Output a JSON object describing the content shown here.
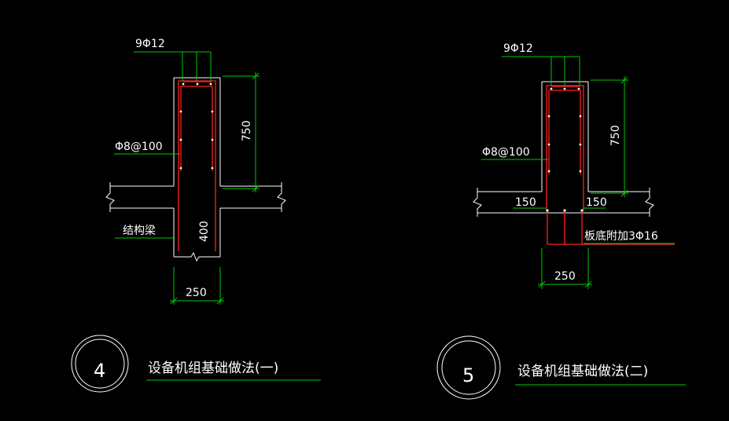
{
  "colors": {
    "background": "#000000",
    "concrete": "#ffffff",
    "dimension": "#00cc00",
    "rebar": "#ff2020",
    "text": "#ffffff"
  },
  "detail4": {
    "number": "4",
    "title": "设备机组基础做法(一)",
    "rebar_label": "9Φ12",
    "stirrup_label": "Φ8@100",
    "height_dim": "750",
    "depth_dim": "400",
    "beam_label": "结构梁",
    "width_dim": "250"
  },
  "detail5": {
    "number": "5",
    "title": "设备机组基础做法(二)",
    "rebar_label": "9Φ12",
    "stirrup_label": "Φ8@100",
    "height_dim": "750",
    "left_offset": "150",
    "right_offset": "150",
    "slab_rebar_label": "板底附加3Φ16",
    "width_dim": "250"
  }
}
